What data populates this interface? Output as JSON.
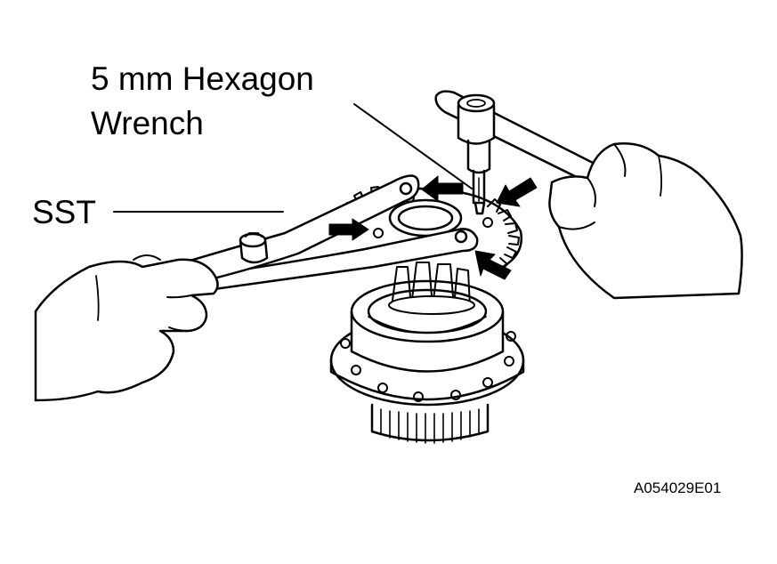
{
  "labels": {
    "wrench_line1": "5 mm Hexagon",
    "wrench_line2": "Wrench",
    "sst": "SST",
    "figure_code": "A054029E01"
  },
  "colors": {
    "ink": "#000000",
    "paper": "#ffffff"
  }
}
